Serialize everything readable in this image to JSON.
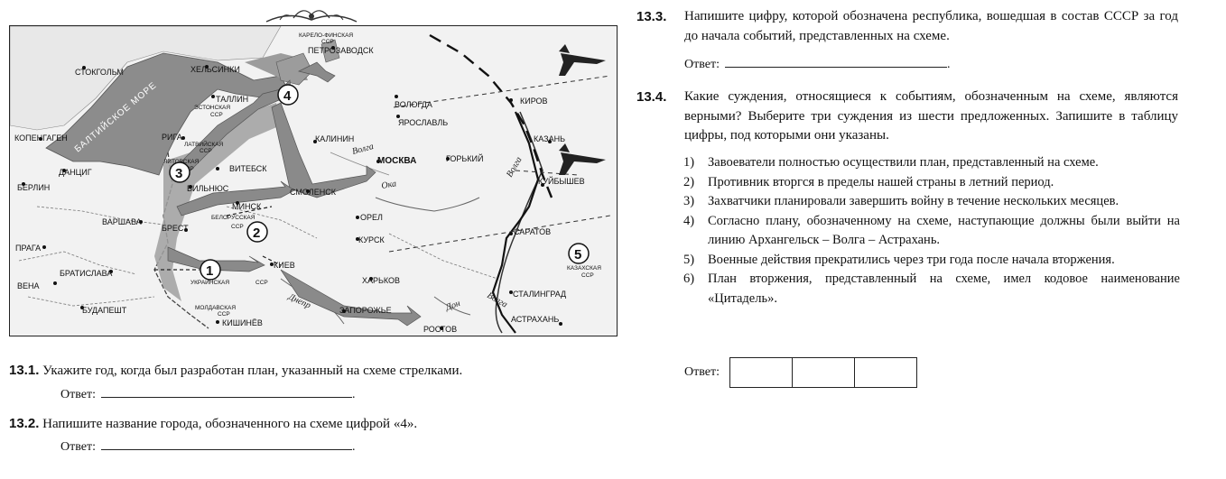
{
  "map": {
    "cities": {
      "stockholm": "СТОКГОЛЬМ",
      "helsinki": "ХЕЛЬСИНКИ",
      "petrozavodsk": "ПЕТРОЗАВОДСК",
      "karelo": "КАРЕЛО-ФИНСКАЯ",
      "karelo_ssr": "ССР",
      "tallin": "ТАЛЛИН",
      "estonian": "ЭСТОНСКАЯ",
      "estonian_ssr": "ССР",
      "vologda": "ВОЛОГДА",
      "kirov": "КИРОВ",
      "yaroslavl": "ЯРОСЛАВЛЬ",
      "copenhagen": "КОПЕНГАГЕН",
      "riga": "РИГА",
      "latvian": "ЛАТВИЙСКАЯ",
      "latvian_ssr": "ССР",
      "kalinin": "КАЛИНИН",
      "kazan": "КАЗАНЬ",
      "danzig": "ДАНЦИГ",
      "lithuanian": "ЛИТОВСКАЯ",
      "lithuanian_ssr": "ССР",
      "vitebsk": "ВИТЕБСК",
      "moscow": "МОСКВА",
      "gorky": "ГОРЬКИЙ",
      "berlin": "БЕРЛИН",
      "vilnius": "ВИЛЬНЮС",
      "smolensk": "СМОЛЕНСК",
      "kuibyshev": "КУЙБЫШЕВ",
      "minsk": "МИНСК",
      "warsaw": "ВАРШАВА",
      "belorussian": "БЕЛОРУССКАЯ",
      "belorussian_ssr": "ССР",
      "brest": "БРЕСТ",
      "orel": "ОРЕЛ",
      "saratov": "САРАТОВ",
      "prague": "ПРАГА",
      "kursk": "КУРСК",
      "kazakh": "КАЗАХСКАЯ",
      "kazakh_ssr": "ССР",
      "bratislava": "БРАТИСЛАВА",
      "kiev": "КИЕВ",
      "vienna": "ВЕНА",
      "ukrainian": "УКРАИНСКАЯ",
      "ukrainian_ssr": "ССР",
      "kharkov": "ХАРЬКОВ",
      "stalingrad": "СТАЛИНГРАД",
      "budapest": "БУДАПЕШТ",
      "moldavian": "МОЛДАВСКАЯ",
      "moldavian_ssr": "ССР",
      "zaporozhye": "ЗАПОРОЖЬЕ",
      "astrakhan": "АСТРАХАНЬ",
      "kishinev": "КИШИНЁВ",
      "rostov": "РОСТОВ"
    },
    "sea": "БАЛТИЙСКОЕ МОРЕ",
    "rivers": {
      "volga1": "Волга",
      "volga2": "Волга",
      "volga3": "Волга",
      "oka": "Ока",
      "dnepr": "Днепр",
      "don": "Дон"
    },
    "markers": [
      "1",
      "2",
      "3",
      "4",
      "5"
    ]
  },
  "q13_1": {
    "num": "13.1.",
    "text": "Укажите год, когда был разработан план, указанный на схеме стрелками.",
    "answer_label": "Ответ:",
    "answer_end": "."
  },
  "q13_2": {
    "num": "13.2.",
    "text": "Напишите название города, обозначенного на схеме цифрой «4».",
    "answer_label": "Ответ:",
    "answer_end": "."
  },
  "q13_3": {
    "num": "13.3.",
    "text": "Напишите цифру, которой обозначена республика, вошедшая в состав СССР за год до начала событий, представленных на схеме.",
    "answer_label": "Ответ:",
    "answer_end": "."
  },
  "q13_4": {
    "num": "13.4.",
    "text": "Какие суждения, относящиеся к событиям, обозначенным на схеме, являются верными? Выберите три суждения из шести предложенных. Запишите в таблицу цифры, под которыми они указаны.",
    "options": [
      {
        "n": "1)",
        "text": "Завоеватели полностью осуществили план, представленный на схеме."
      },
      {
        "n": "2)",
        "text": "Противник вторгся в пределы нашей страны в летний период."
      },
      {
        "n": "3)",
        "text": "Захватчики планировали завершить войну в течение нескольких месяцев."
      },
      {
        "n": "4)",
        "text": "Согласно плану, обозначенному на схеме, наступающие должны были выйти на линию Архангельск – Волга – Астрахань."
      },
      {
        "n": "5)",
        "text": "Военные действия прекратились через три года после начала вторжения."
      },
      {
        "n": "6)",
        "text": "План вторжения, представленный на схеме, имел кодовое наименование «Цитадель»."
      }
    ],
    "answer_label": "Ответ:"
  }
}
